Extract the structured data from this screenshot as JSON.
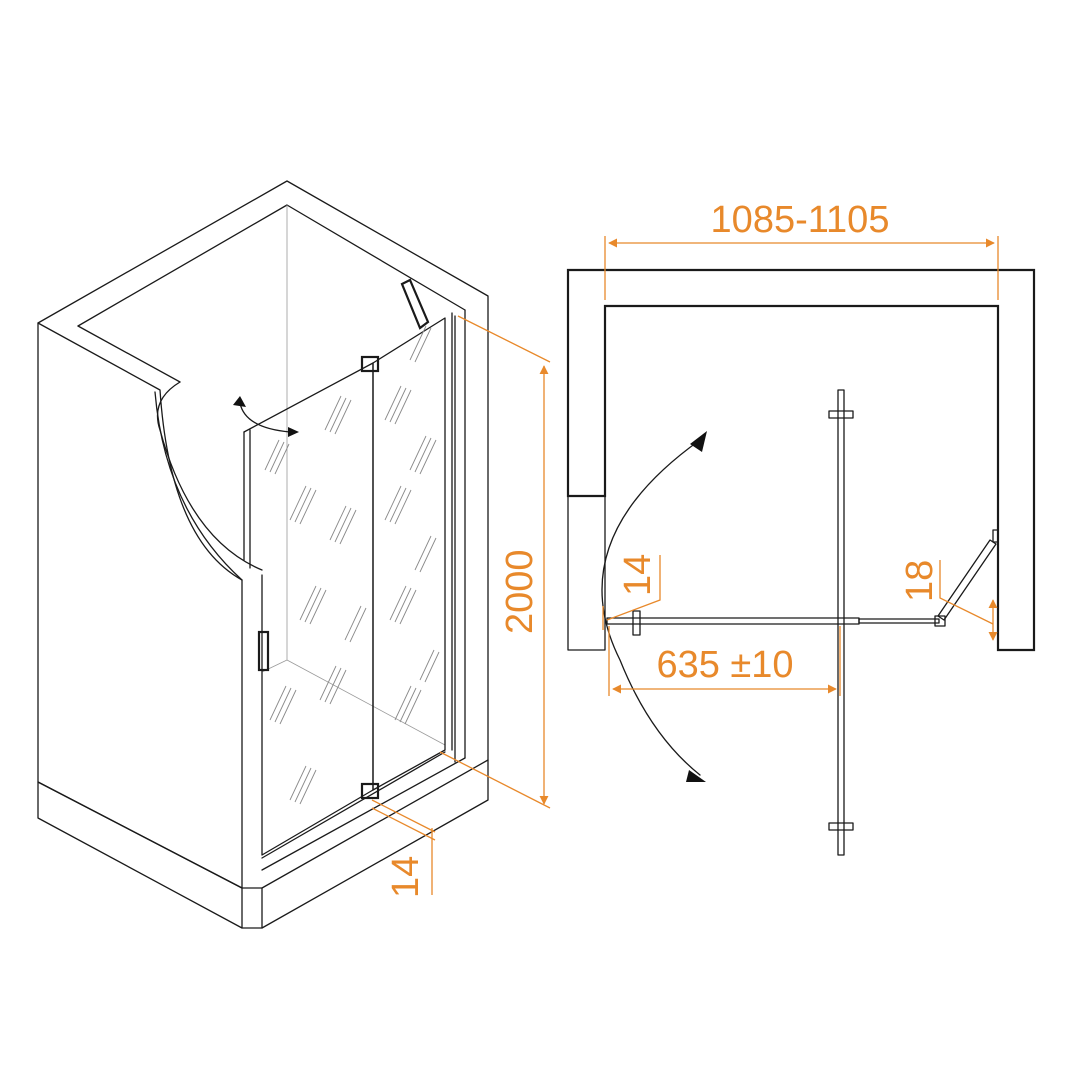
{
  "dimensions": {
    "height": "2000",
    "bottom_gap": "14",
    "width_range": "1085-1105",
    "wall_gap": "14",
    "door_width": "635 ±10",
    "hinge_offset": "18"
  },
  "colors": {
    "dimension": "#e8892b",
    "line": "#1a1a1a"
  }
}
